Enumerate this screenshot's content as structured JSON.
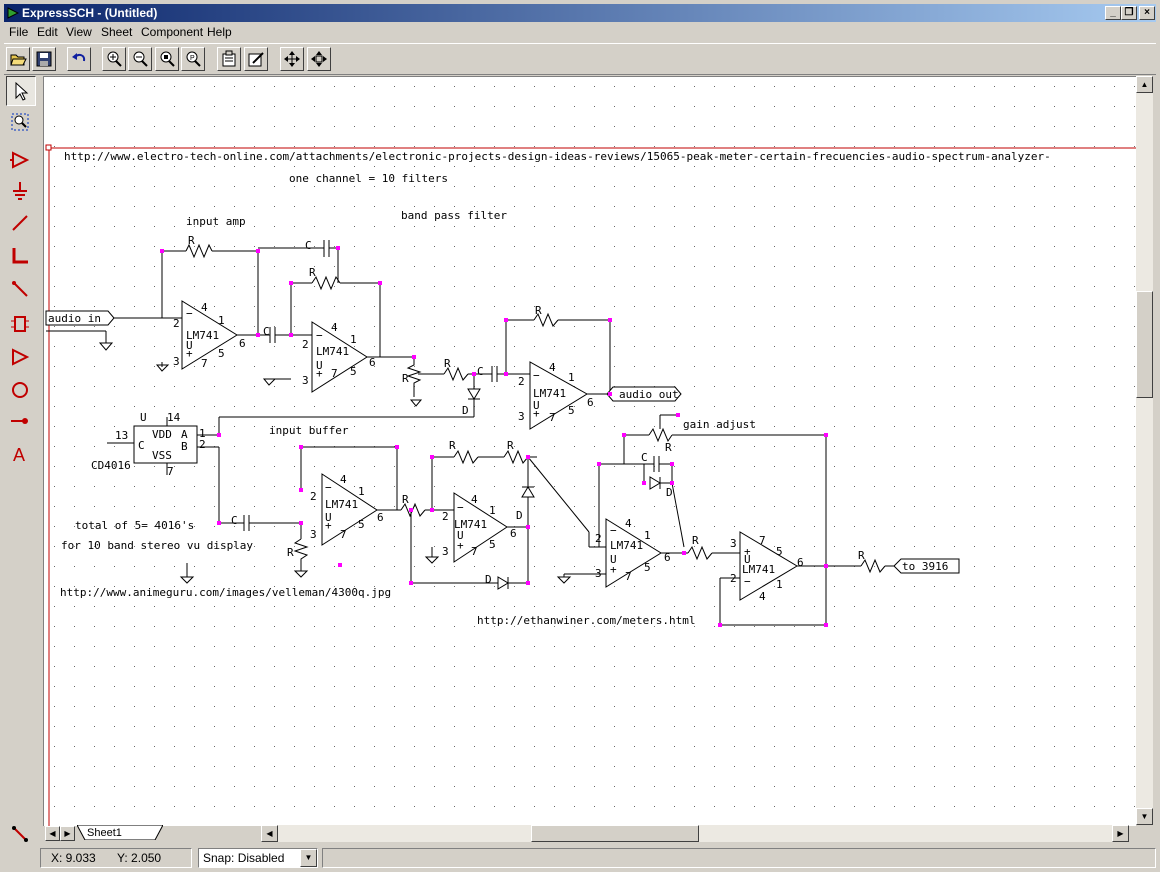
{
  "window": {
    "title": "ExpressSCH - (Untitled)"
  },
  "menu": [
    "File",
    "Edit",
    "View",
    "Sheet",
    "Component",
    "Help"
  ],
  "toolbar_icons": [
    "open-icon",
    "save-icon",
    "undo-icon",
    "zoom-in-icon",
    "zoom-out-icon",
    "zoom-fit-icon",
    "zoom-page-icon",
    "properties-icon",
    "edit-properties-icon",
    "pan-icon",
    "pan-center-icon"
  ],
  "left_tools": [
    "select-arrow-icon",
    "zoom-select-icon",
    "component-triangle-icon",
    "ground-icon",
    "wire-icon",
    "bus-icon",
    "bus-entry-icon",
    "chip-icon",
    "port-icon",
    "circle-icon",
    "junction-icon",
    "text-icon"
  ],
  "schematic": {
    "url1": "http://www.electro-tech-online.com/attachments/electronic-projects-design-ideas-reviews/15065-peak-meter-certain-frecuencies-audio-spectrum-analyzer-",
    "subtitle": "one channel = 10 filters",
    "label_input_amp": "input amp",
    "label_band_pass": "band pass filter",
    "label_input_buffer": "input buffer",
    "label_gain_adjust": "gain adjust",
    "note_total": "total of 5= 4016's",
    "note_display": "for 10 band stereo vu display",
    "url2": "http://www.animeguru.com/images/velleman/4300q.jpg",
    "url3": "http://ethanwiner.com/meters.html",
    "port_audio_in": "audio in",
    "port_audio_out": "audio out",
    "port_to_3916": "to 3916",
    "opamp": "LM741",
    "chip": "CD4016",
    "r": "R",
    "c": "C",
    "d": "D"
  },
  "sheet_tab": "Sheet1",
  "status": {
    "x": "X: 9.033",
    "y": "Y: 2.050",
    "snap": "Snap:  Disabled"
  }
}
